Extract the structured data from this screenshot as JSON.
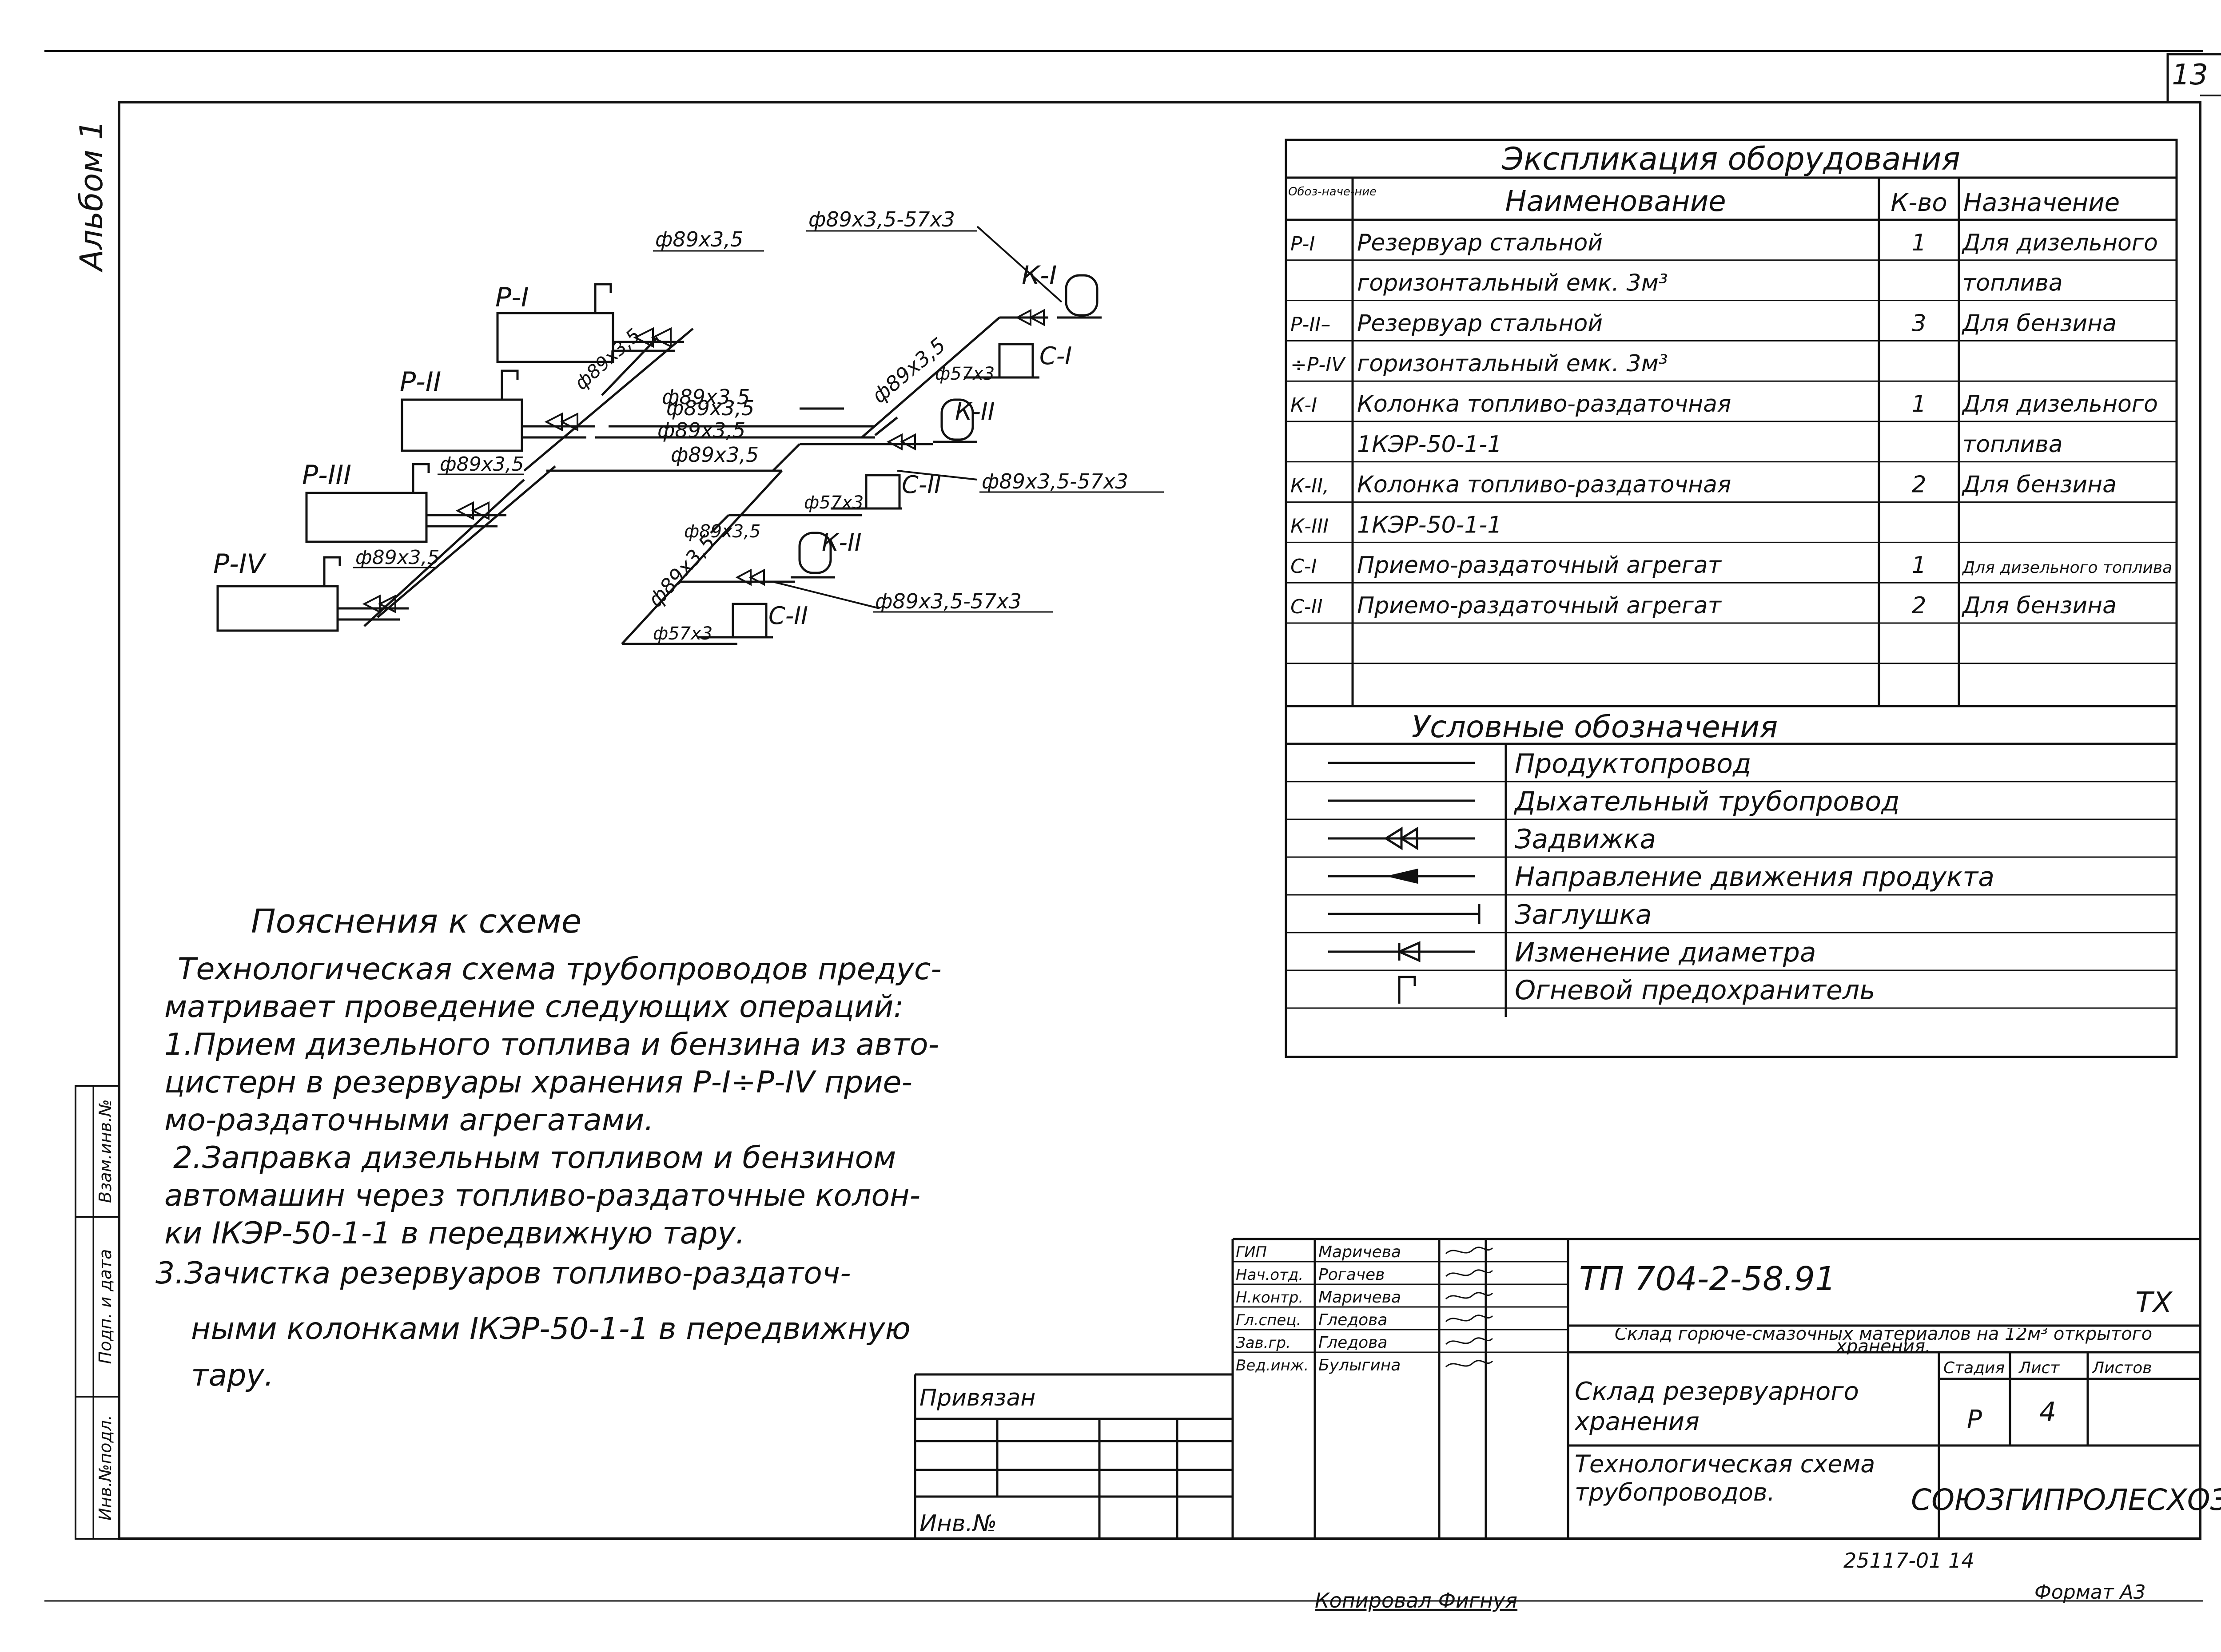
{
  "page_number": "13",
  "album_label": "Альбом 1",
  "left_stamps": [
    "Инв.№подл.",
    "Подп. и дата",
    "Взам.инв.№"
  ],
  "scheme": {
    "labels": {
      "p1": "Р-I",
      "p2": "Р-II",
      "p3": "Р-III",
      "p4": "Р-IV",
      "k1": "К-I",
      "k2": "К-II",
      "k3": "К-II",
      "c1": "С-I",
      "c2": "С-II",
      "c3": "С-II"
    },
    "dims": {
      "d1": "ф89х3,5",
      "d2": "ф89х3,5-57х3",
      "d3": "ф89х3,5",
      "d4": "ф89х3,5",
      "d5": "ф89х3,5",
      "d6": "ф89х3,5",
      "d7": "ф89х3,5",
      "d8": "ф89х3,5",
      "d9": "ф89х3,5",
      "d10": "ф89х3,5-57х3",
      "d11": "ф57х3",
      "d12": "ф57х3",
      "d13": "ф89х3,5",
      "d14": "ф89х3,5-57х3",
      "d15": "ф57х3",
      "d16": "ф89х3,5",
      "d17": "ф89х3,5"
    }
  },
  "notes": {
    "title": "Пояснения к схеме",
    "lines": [
      "Технологическая схема трубопроводов предус-",
      "матривает проведение следующих операций:",
      "1.Прием дизельного топлива и бензина из авто-",
      "цистерн в резервуары хранения Р-I÷Р-IV прие-",
      "мо-раздаточными агрегатами.",
      "2.Заправка дизельным топливом и бензином",
      "автомашин через топливо-раздаточные колон-",
      "ки    IКЭР-50-1-1   в передвижную тару.",
      "3.Зачистка резервуаров топливо-раздаточ-",
      "ными колонками IКЭР-50-1-1 в передвижную",
      "тару."
    ]
  },
  "explication": {
    "title": "Экспликация оборудования",
    "headers": [
      "Обоз-наче-ние",
      "Наименование",
      "К-во",
      "Назначение"
    ],
    "rows": [
      [
        "Р-I",
        "Резервуар стальной",
        "1",
        "Для дизельного"
      ],
      [
        "",
        "горизонтальный емк. 3м³",
        "",
        "топлива"
      ],
      [
        "Р-II–",
        "Резервуар стальной",
        "3",
        "Для бензина"
      ],
      [
        "÷Р-IV",
        "горизонтальный емк. 3м³",
        "",
        ""
      ],
      [
        "К-I",
        "Колонка топливо-раздаточная",
        "1",
        "Для дизельного"
      ],
      [
        "",
        "1КЭР-50-1-1",
        "",
        "топлива"
      ],
      [
        "К-II,",
        "Колонка топливо-раздаточная",
        "2",
        "Для бензина"
      ],
      [
        "К-III",
        "1КЭР-50-1-1",
        "",
        ""
      ],
      [
        "С-I",
        "Приемо-раздаточный агрегат",
        "1",
        "Для дизельного топлива"
      ],
      [
        "С-II",
        "Приемо-раздаточный агрегат",
        "2",
        "Для бензина"
      ],
      [
        "",
        "",
        "",
        ""
      ],
      [
        "",
        "",
        "",
        ""
      ]
    ]
  },
  "legend": {
    "title": "Условные обозначения",
    "items": [
      "Продуктопровод",
      "Дыхательный трубопровод",
      "Задвижка",
      "Направление движения продукта",
      "Заглушка",
      "Изменение диаметра",
      "Огневой предохранитель"
    ]
  },
  "title_block": {
    "privyazan": "Привязан",
    "inv": "Инв.№",
    "roles": [
      "ГИП",
      "Нач.отд.",
      "Н.контр.",
      "Гл.спец.",
      "Зав.гр.",
      "Вед.инж."
    ],
    "names": [
      "Маричева",
      "Рогачев",
      "Маричева",
      "Гледова",
      "Гледова",
      "Булыгина"
    ],
    "doc_code": "ТП 704-2-58.91",
    "mark": "ТХ",
    "object": "Склад горюче-смазочных материалов на 12м³ открытого хранения.",
    "building": "Склад резервуарного хранения",
    "drawing": "Технологическая схема трубопроводов.",
    "stage_h": "Стадия",
    "sheet_h": "Лист",
    "sheets_h": "Листов",
    "stage": "Р",
    "sheet": "4",
    "org": "СОЮЗГИПРОЛЕСХОЗ"
  },
  "footer": {
    "order": "25117-01  14",
    "copied": "Копировал Фигнуя",
    "format": "Формат А3"
  }
}
